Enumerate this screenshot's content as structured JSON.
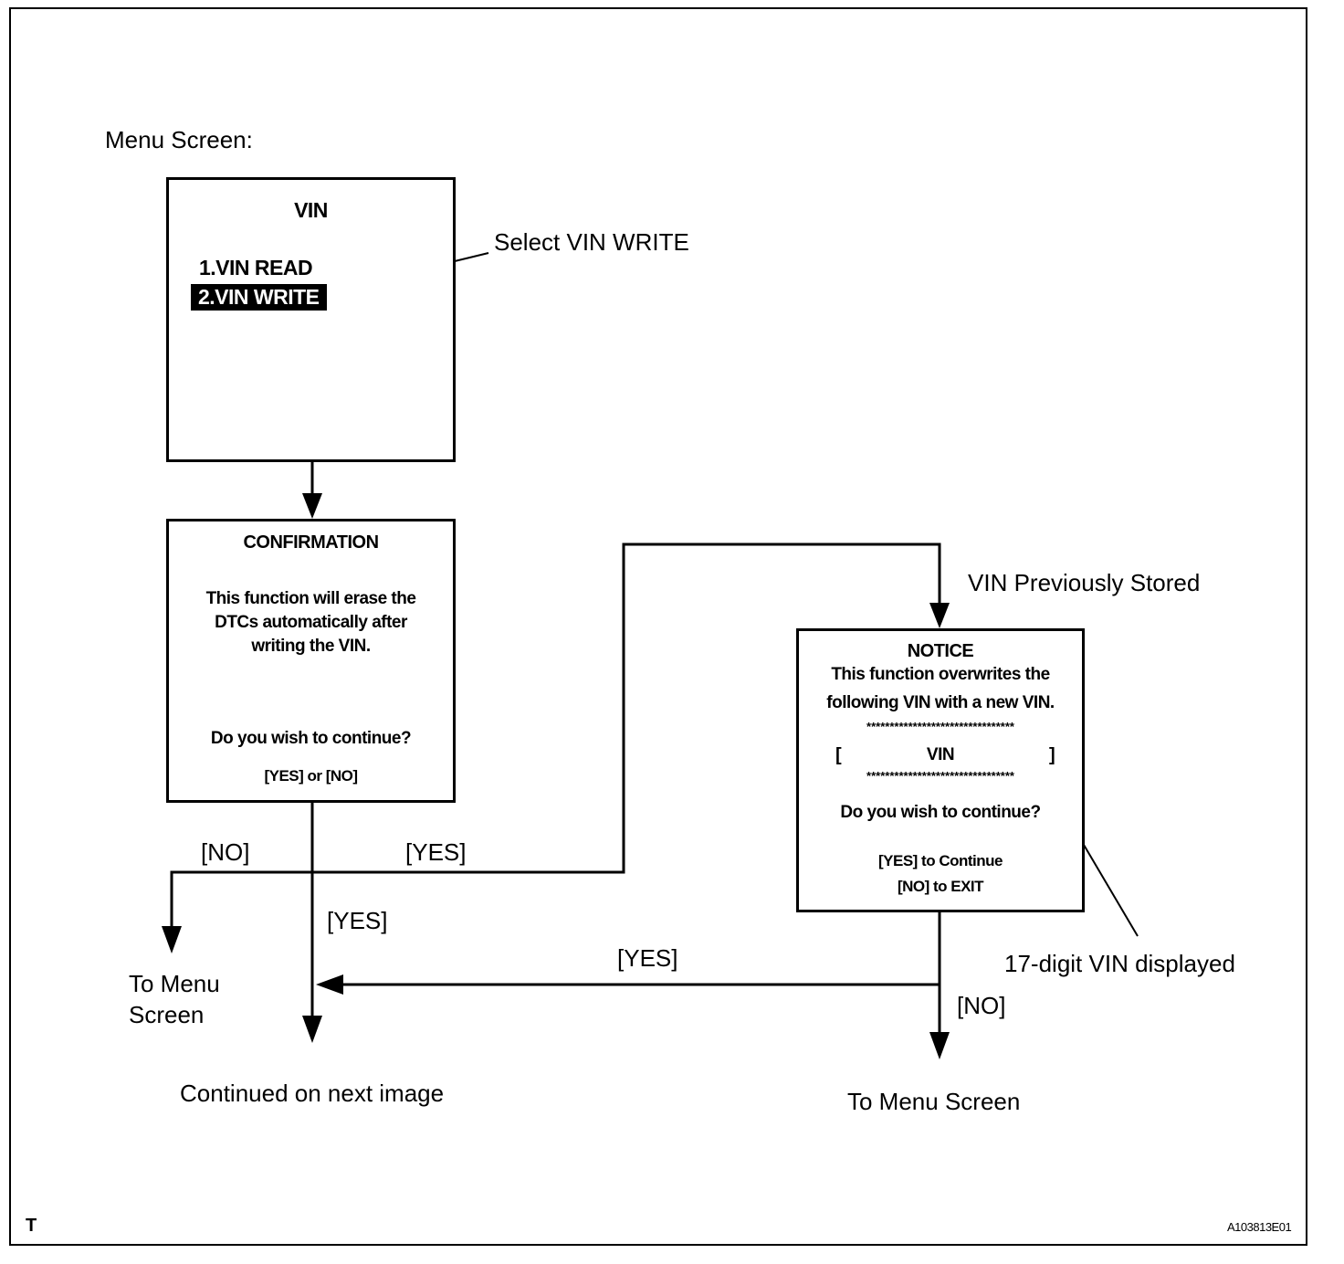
{
  "header": {
    "menu_screen_label": "Menu Screen:"
  },
  "vin_box": {
    "title": "VIN",
    "items": [
      "1.VIN READ",
      "2.VIN WRITE"
    ],
    "callout": "Select VIN WRITE"
  },
  "confirmation_box": {
    "title": "CONFIRMATION",
    "message_lines": [
      "This function will erase the",
      "DTCs automatically after",
      "writing the VIN."
    ],
    "question": "Do you wish to continue?",
    "options": "[YES] or [NO]"
  },
  "notice_box": {
    "label_above": "VIN Previously Stored",
    "title": "NOTICE",
    "message_lines": [
      "This function overwrites the",
      "following VIN with a new VIN."
    ],
    "stars": "********************************",
    "vin_open": "[",
    "vin_text": "VIN",
    "vin_close": "]",
    "question": "Do you wish to continue?",
    "option_yes": "[YES] to Continue",
    "option_no": "[NO] to EXIT",
    "callout": "17-digit VIN displayed"
  },
  "flow_labels": {
    "no_left": "[NO]",
    "yes_top": "[YES]",
    "yes_down": "[YES]",
    "yes_back": "[YES]",
    "no_notice": "[NO]",
    "to_menu_left": [
      "To Menu",
      "Screen"
    ],
    "continued": "Continued on next image",
    "to_menu_right": "To Menu Screen"
  },
  "footer": {
    "corner_mark": "T",
    "figure_id": "A103813E01"
  }
}
